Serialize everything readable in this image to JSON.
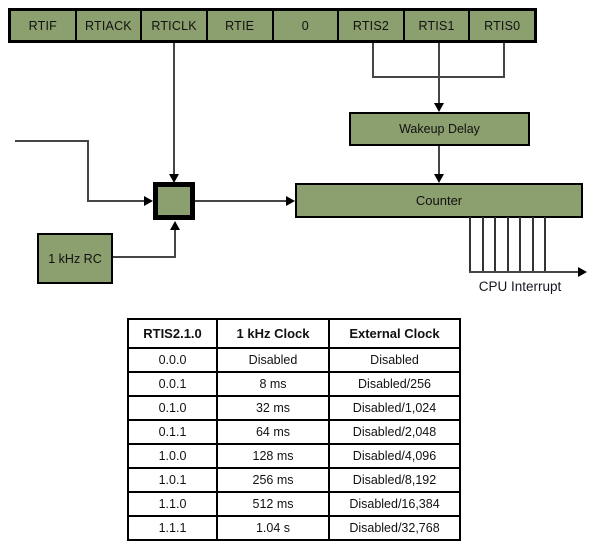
{
  "register": {
    "bits": [
      "RTIF",
      "RTIACK",
      "RTICLK",
      "RTIE",
      "0",
      "RTIS2",
      "RTIS1",
      "RTIS0"
    ]
  },
  "blocks": {
    "wakeup_delay_label": "Wakeup Delay",
    "counter_label": "Counter",
    "rc_oscillator_label": "1 kHz RC",
    "cpu_interrupt_label": "CPU Interrupt"
  },
  "colors": {
    "block_fill": "#8c9f6e",
    "block_border": "#000000",
    "wire": "#454545",
    "background": "#ffffff"
  },
  "table": {
    "headers": [
      "RTIS2.1.0",
      "1 kHz Clock",
      "External Clock"
    ],
    "rows": [
      [
        "0.0.0",
        "Disabled",
        "Disabled"
      ],
      [
        "0.0.1",
        "8 ms",
        "Disabled/256"
      ],
      [
        "0.1.0",
        "32 ms",
        "Disabled/1,024"
      ],
      [
        "0.1.1",
        "64 ms",
        "Disabled/2,048"
      ],
      [
        "1.0.0",
        "128 ms",
        "Disabled/4,096"
      ],
      [
        "1.0.1",
        "256 ms",
        "Disabled/8,192"
      ],
      [
        "1.1.0",
        "512 ms",
        "Disabled/16,384"
      ],
      [
        "1.1.1",
        "1.04 s",
        "Disabled/32,768"
      ]
    ]
  }
}
